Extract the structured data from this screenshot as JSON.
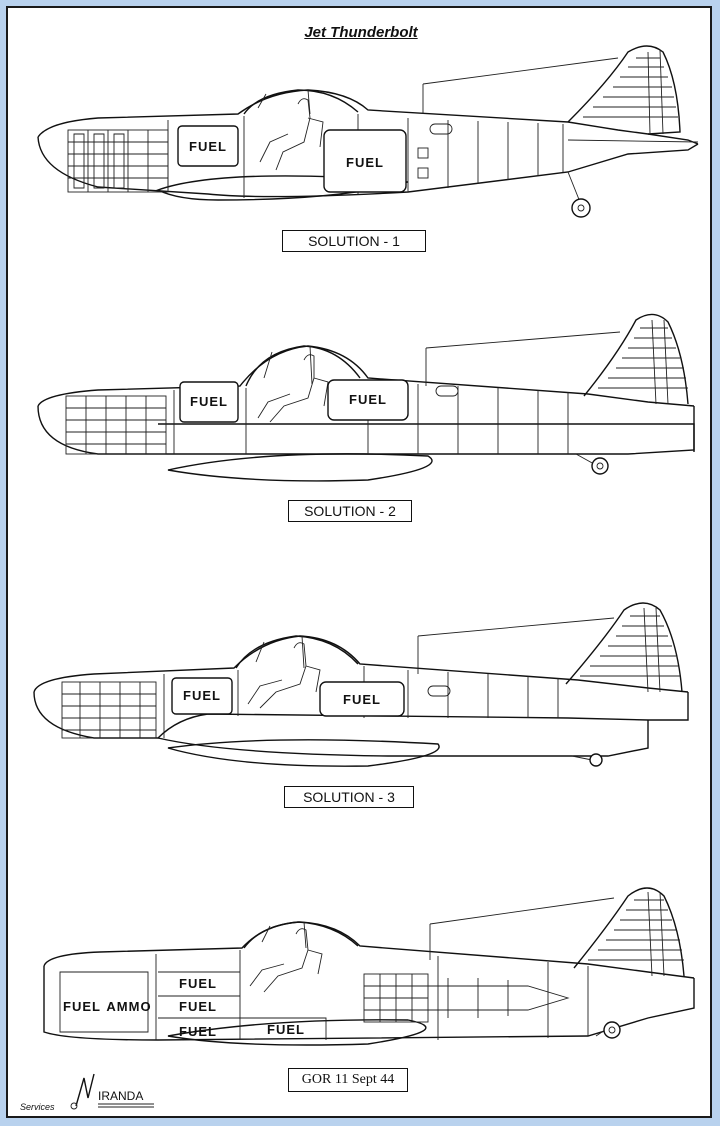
{
  "title": "Jet Thunderbolt",
  "drawings": [
    {
      "caption": "SOLUTION - 1",
      "labels": [
        "FUEL",
        "FUEL"
      ]
    },
    {
      "caption": "SOLUTION - 2",
      "labels": [
        "FUEL",
        "FUEL"
      ]
    },
    {
      "caption": "SOLUTION - 3",
      "labels": [
        "FUEL",
        "FUEL"
      ]
    },
    {
      "caption": "GOR 11 Sept 44",
      "labels": [
        "FUEL",
        "FUEL",
        "FUEL",
        "AMMO",
        "FUEL",
        "FUEL"
      ]
    }
  ],
  "logo": {
    "small": "Services",
    "brand": "IRANDA"
  }
}
